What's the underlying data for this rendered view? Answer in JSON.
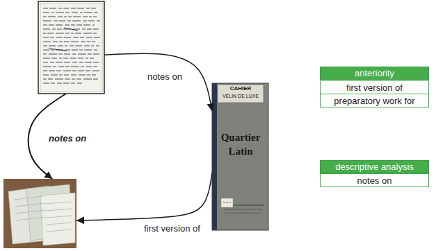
{
  "diagram": {
    "nodes": [
      {
        "text": []
      },
      {
        "text": [
          "CAHIER",
          "VÉLIN DE LUXE",
          "Quartier Latin"
        ]
      },
      {
        "text": []
      },
      {
        "text": [
          "anteriority"
        ]
      },
      {
        "text": [
          "first version of"
        ]
      },
      {
        "text": [
          "preparatory work for"
        ]
      },
      {
        "text": [
          "descriptive analysis"
        ]
      },
      {
        "text": [
          "notes on"
        ]
      }
    ],
    "edges": [
      {
        "from": 0,
        "to": 1,
        "arrow": "to",
        "label": "notes on"
      },
      {
        "from": 0,
        "to": 2,
        "arrow": "to",
        "label": "notes on"
      },
      {
        "from": 1,
        "to": 2,
        "arrow": "to",
        "label": "first version of"
      }
    ]
  }
}
